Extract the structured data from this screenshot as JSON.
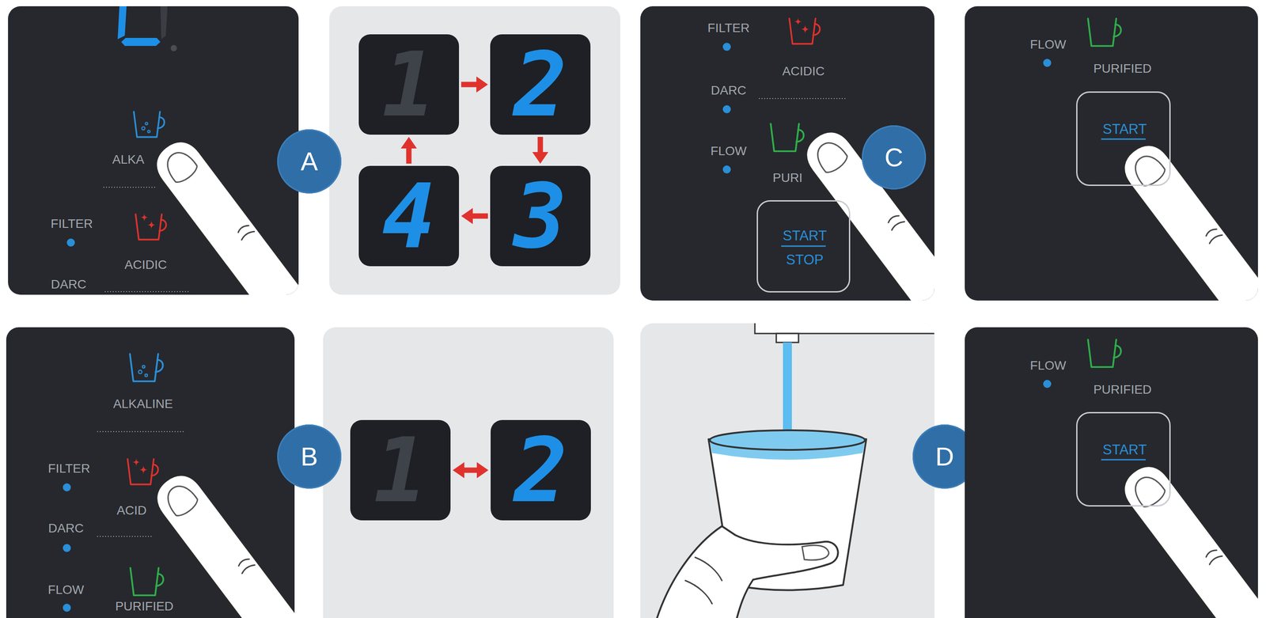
{
  "diagram": {
    "nodes": [
      {
        "text": [
          "ALKA",
          "FILTER",
          "ACIDIC",
          "DARC"
        ]
      },
      {
        "text": [
          "A"
        ]
      },
      {
        "text": [
          "1"
        ]
      },
      {
        "text": [
          "2"
        ]
      },
      {
        "text": [
          "4"
        ]
      },
      {
        "text": [
          "3"
        ]
      },
      {
        "text": [
          "FILTER",
          "ACIDIC",
          "DARC",
          "FLOW",
          "PURI"
        ]
      },
      {
        "text": [
          "START",
          "STOP"
        ],
        "in": 6
      },
      {
        "text": [
          "C"
        ]
      },
      {
        "text": [
          "FLOW",
          "PURIFIED"
        ]
      },
      {
        "text": [
          "START"
        ],
        "in": 9
      },
      {
        "text": [
          "ALKALINE",
          "FILTER",
          "ACID",
          "DARC",
          "FLOW",
          "PURIFIED"
        ]
      },
      {
        "text": [
          "B"
        ]
      },
      {
        "text": [
          "1"
        ]
      },
      {
        "text": [
          "2"
        ]
      },
      {
        "text": [
          "D"
        ]
      },
      {
        "text": [
          "FLOW",
          "PURIFIED"
        ]
      },
      {
        "text": [
          "START"
        ],
        "in": 16
      }
    ],
    "edges": [
      {
        "from": 2,
        "to": 3,
        "arrow": "to"
      },
      {
        "from": 3,
        "to": 5,
        "arrow": "to"
      },
      {
        "from": 5,
        "to": 4,
        "arrow": "to"
      },
      {
        "from": 4,
        "to": 2,
        "arrow": "to"
      },
      {
        "from": 13,
        "to": 14,
        "arrow": "both"
      }
    ]
  }
}
